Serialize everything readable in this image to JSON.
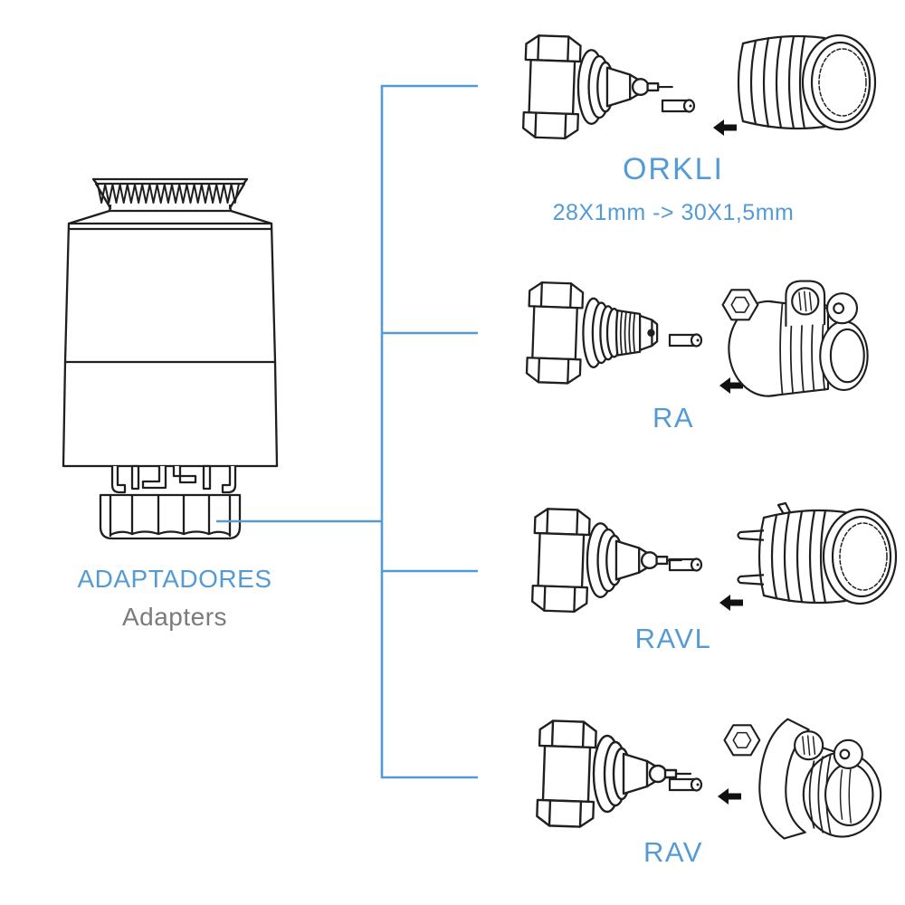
{
  "device": {
    "title": "ADAPTADORES",
    "subtitle": "Adapters",
    "illustration": "thermostatic-head-icon"
  },
  "adapters": [
    {
      "label": "ORKLI",
      "size_note": "28X1mm -> 30X1,5mm",
      "valve_illustration": "orkli-valve-icon",
      "adapter_illustration": "orkli-threaded-adapter-icon"
    },
    {
      "label": "RA",
      "valve_illustration": "ra-valve-icon",
      "adapter_illustration": "ra-clamp-adapter-icon"
    },
    {
      "label": "RAVL",
      "valve_illustration": "ravl-valve-icon",
      "adapter_illustration": "ravl-prong-adapter-icon"
    },
    {
      "label": "RAV",
      "valve_illustration": "rav-valve-icon",
      "adapter_illustration": "rav-clamp-adapter-icon"
    }
  ],
  "icons": {
    "pin": "adapter-pin-icon",
    "arrow": "arrow-left-icon",
    "connector": "connector-lines"
  },
  "colors": {
    "accent_blue": "#549bd5",
    "text_gray": "#7b7b7b",
    "line_black": "#1f1f1f",
    "background": "#ffffff"
  }
}
